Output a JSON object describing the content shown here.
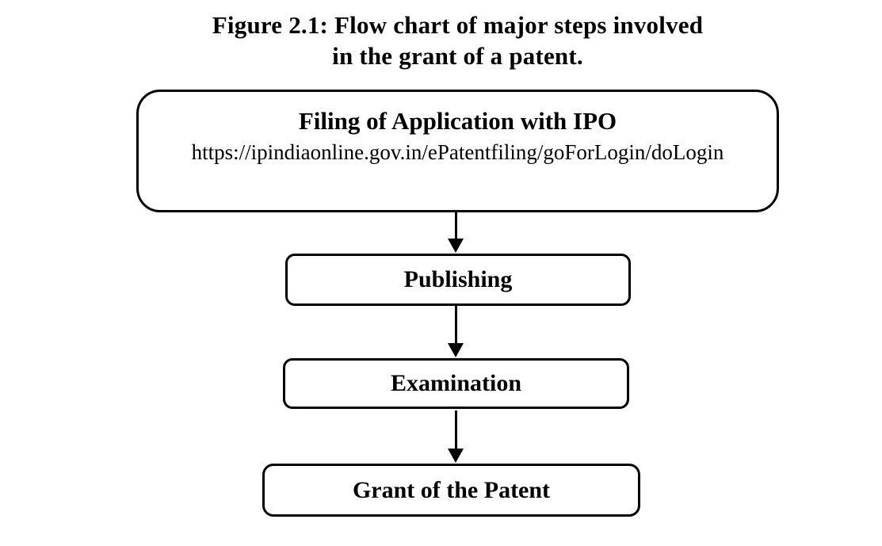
{
  "figure": {
    "title_line1": "Figure 2.1: Flow chart of major steps involved",
    "title_line2": "in the grant of a patent."
  },
  "flowchart": {
    "nodes": [
      {
        "id": "filing",
        "label": "Filing of Application with IPO",
        "url": "https://ipindiaonline.gov.in/ePatentfiling/goForLogin/doLogin"
      },
      {
        "id": "publishing",
        "label": "Publishing"
      },
      {
        "id": "examination",
        "label": "Examination"
      },
      {
        "id": "grant",
        "label": "Grant of the Patent"
      }
    ],
    "connectors": [
      {
        "from": "filing",
        "to": "publishing",
        "style": "arrow-down"
      },
      {
        "from": "publishing",
        "to": "examination",
        "style": "arrow-down"
      },
      {
        "from": "examination",
        "to": "grant",
        "style": "arrow-down"
      }
    ],
    "colors": {
      "ink": "#000000",
      "background": "#ffffff"
    }
  }
}
